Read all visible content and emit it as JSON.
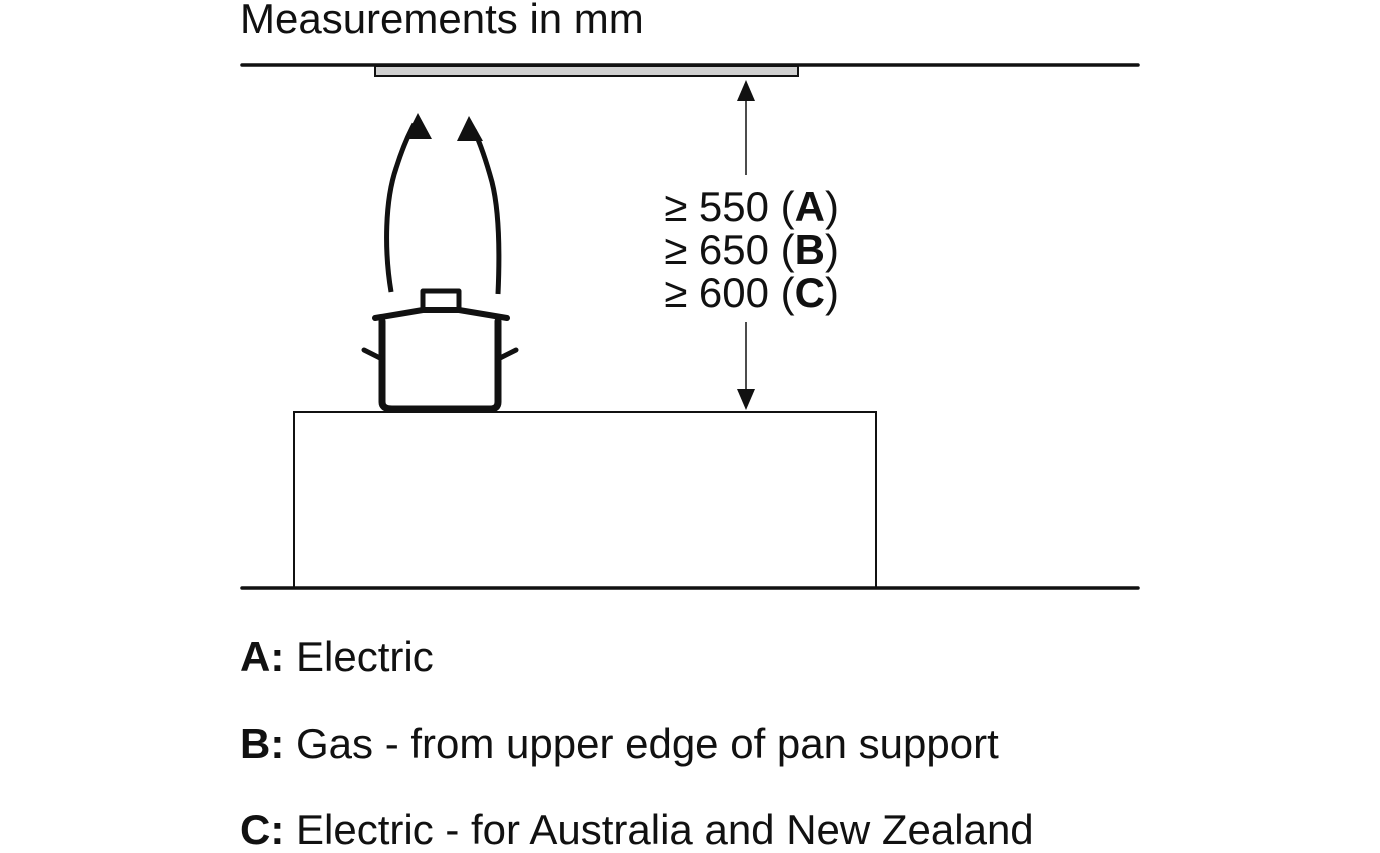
{
  "title": "Measurements in mm",
  "dimensions": [
    {
      "symbol": "≥",
      "value": "550",
      "open": " (",
      "key": "A",
      "close": ")"
    },
    {
      "symbol": "≥",
      "value": "650",
      "open": " (",
      "key": "B",
      "close": ")"
    },
    {
      "symbol": "≥",
      "value": "600",
      "open": " (",
      "key": "C",
      "close": ")"
    }
  ],
  "legend": [
    {
      "key": "A:",
      "text": "Electric"
    },
    {
      "key": "B:",
      "text": "Gas - from upper edge of pan support"
    },
    {
      "key": "C:",
      "text": "Electric - for Australia and New Zealand"
    }
  ],
  "colors": {
    "line": "#111111",
    "hood_fill": "#d0d0d0",
    "background": "#ffffff"
  },
  "icons": [
    "cooking-pot-icon",
    "steam-arrow-icon",
    "dimension-arrow-icon"
  ]
}
